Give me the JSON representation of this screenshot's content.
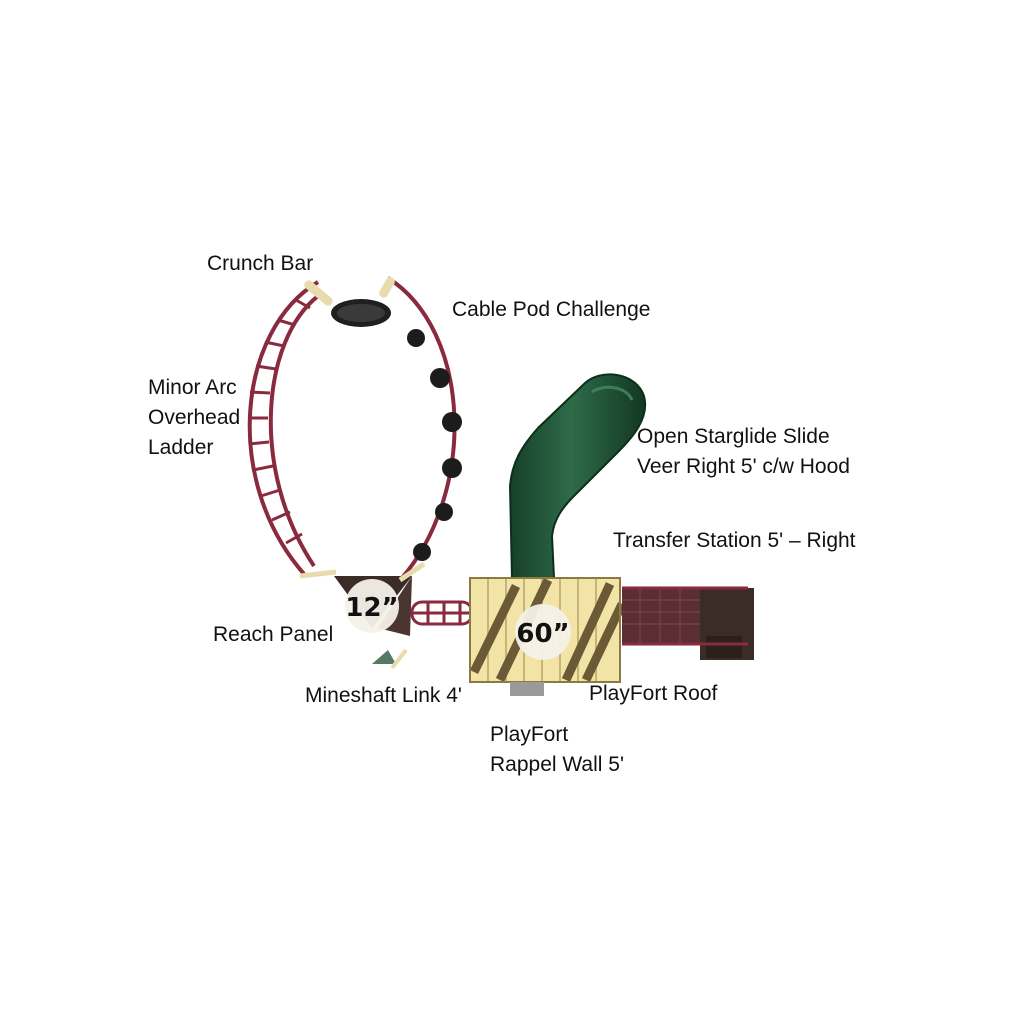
{
  "labels": {
    "crunch_bar": "Crunch Bar",
    "cable_pod": "Cable Pod Challenge",
    "minor_arc": [
      "Minor Arc",
      "Overhead",
      "Ladder"
    ],
    "slide": [
      "Open Starglide Slide",
      "Veer Right 5' c/w Hood"
    ],
    "transfer": "Transfer Station 5' – Right",
    "reach_panel": "Reach Panel",
    "mineshaft": "Mineshaft Link 4'",
    "roof": "PlayFort Roof",
    "rappel": [
      "PlayFort",
      "Rappel Wall 5'"
    ]
  },
  "badges": {
    "small_deck": "12”",
    "main_deck": "60”"
  },
  "colors": {
    "frame": "#8a2a3e",
    "slide": "#1f5236",
    "fort": "#f2e3a6",
    "fort_stripe": "#6b5a35",
    "deck": "#3b2c28",
    "pod": "#1c1c1c"
  }
}
